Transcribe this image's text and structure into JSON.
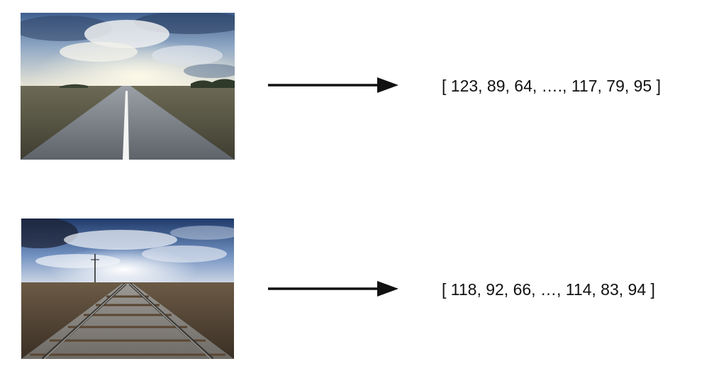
{
  "rows": [
    {
      "image": "road-photo",
      "vector_text": "[ 123, 89, 64, …., 117, 79, 95 ]"
    },
    {
      "image": "railway-photo",
      "vector_text": "[ 118, 92, 66, …, 114, 83, 94 ]"
    }
  ],
  "colors": {
    "arrow": "#111111",
    "sky": "#5b7fb0",
    "cloud": "#e9ecef"
  }
}
